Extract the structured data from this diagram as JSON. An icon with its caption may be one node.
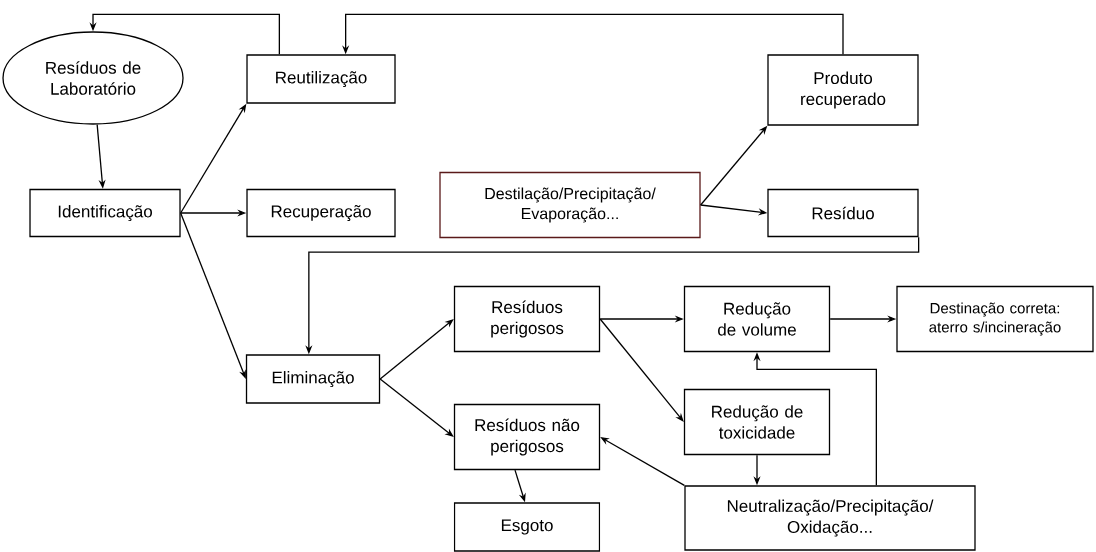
{
  "diagram": {
    "nodes": [
      {
        "text": [
          "Resíduos de Laboratório"
        ]
      },
      {
        "text": [
          "Identificação"
        ]
      },
      {
        "text": [
          "Reutilização"
        ]
      },
      {
        "text": [
          "Recuperação"
        ]
      },
      {
        "text": [
          "Destilação/Precipitação/ Evaporação..."
        ]
      },
      {
        "text": [
          "Produto recuperado"
        ]
      },
      {
        "text": [
          "Resíduo"
        ]
      },
      {
        "text": [
          "Eliminação"
        ]
      },
      {
        "text": [
          "Resíduos perigosos"
        ]
      },
      {
        "text": [
          "Redução de volume"
        ]
      },
      {
        "text": [
          "Destinação correta: aterro s/incineração"
        ]
      },
      {
        "text": [
          "Redução de toxicidade"
        ]
      },
      {
        "text": [
          "Resíduos não perigosos"
        ]
      },
      {
        "text": [
          "Neutralização/Precipitação/ Oxidação..."
        ]
      },
      {
        "text": [
          "Esgoto"
        ]
      }
    ],
    "edges": [
      {
        "from": 0,
        "to": 1,
        "arrow": "to"
      },
      {
        "from": 1,
        "to": 2,
        "arrow": "to"
      },
      {
        "from": 1,
        "to": 3,
        "arrow": "to"
      },
      {
        "from": 1,
        "to": 7,
        "arrow": "to"
      },
      {
        "from": 2,
        "to": 0,
        "arrow": "to"
      },
      {
        "from": 5,
        "to": 2,
        "arrow": "to"
      },
      {
        "from": 4,
        "to": 5,
        "arrow": "to"
      },
      {
        "from": 4,
        "to": 6,
        "arrow": "to"
      },
      {
        "from": 6,
        "to": 7,
        "arrow": "to"
      },
      {
        "from": 7,
        "to": 8,
        "arrow": "to"
      },
      {
        "from": 7,
        "to": 12,
        "arrow": "to"
      },
      {
        "from": 8,
        "to": 9,
        "arrow": "to"
      },
      {
        "from": 8,
        "to": 11,
        "arrow": "to"
      },
      {
        "from": 9,
        "to": 10,
        "arrow": "to"
      },
      {
        "from": 11,
        "to": 13,
        "arrow": "to"
      },
      {
        "from": 13,
        "to": 9,
        "arrow": "to"
      },
      {
        "from": 13,
        "to": 12,
        "arrow": "to"
      },
      {
        "from": 12,
        "to": 14,
        "arrow": "to"
      }
    ]
  }
}
